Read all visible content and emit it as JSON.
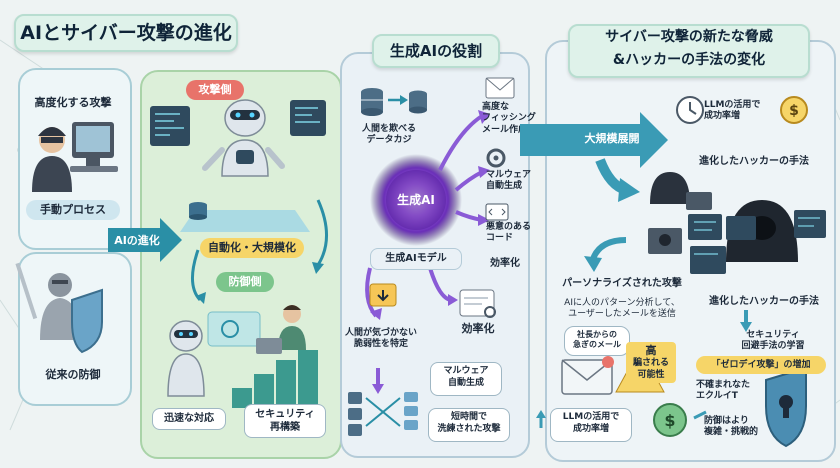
{
  "titles": {
    "main": "AIとサイバー攻撃の進化",
    "generative": "生成AIの役割",
    "threats_line1": "サイバー攻撃の新たな脅威",
    "threats_line2": "&ハッカーの手法の変化"
  },
  "left": {
    "advanced_attacks": "高度化する攻撃",
    "manual_process": "手動プロセス",
    "ai_evolution": "AIの進化",
    "traditional_defense": "従来の防御"
  },
  "attack": {
    "header": "攻撃側",
    "automation": "自動化・大規模化"
  },
  "defense": {
    "header": "防御側",
    "rapid_response": "迅速な対応",
    "rebuild_line1": "セキュリティ",
    "rebuild_line2": "再構築"
  },
  "generative": {
    "data_line1": "人間を欺べる",
    "data_line2": "データカジ",
    "core_label": "生成AI",
    "model_label": "生成AIモデル",
    "phishing_line1": "高度な",
    "phishing_line2": "フィッシング",
    "phishing_line3": "メール作成",
    "malware_line1": "マルウェア",
    "malware_line2": "自動生成",
    "code_line1": "悪意のある",
    "code_line2": "コード",
    "efficiency_top": "効率化",
    "vuln_line1": "人間が気づかない",
    "vuln_line2": "脆弱性を特定",
    "efficiency_mid": "効率化",
    "malware2_line1": "マルウェア",
    "malware2_line2": "自動生成",
    "short_line1": "短時間で",
    "short_line2": "洗練された攻撃"
  },
  "threats": {
    "large_scale": "大規模展開",
    "llm_top_line1": "LLMの活用で",
    "llm_top_line2": "成功率増",
    "evolved_hacker_1": "進化したハッカーの手法",
    "personalized": "パーソナライズされた攻撃",
    "personalized_desc_line1": "AIに人のパターン分析して、",
    "personalized_desc_line2": "ユーザーしたメールを送信",
    "evolved_hacker_2": "進化したハッカーの手法",
    "evasion_line1": "セキュリティ",
    "evasion_line2": "回避手法の学習",
    "email_line1": "社長からの",
    "email_line2": "急ぎのメール",
    "high_line1": "高",
    "high_line2": "騙される",
    "high_line3": "可能性",
    "zero_day": "「ゼロデイ攻撃」の増加",
    "unknown_line1": "不確まれなた",
    "unknown_line2": "エクルイT",
    "llm_bottom_line1": "LLMの活用で",
    "llm_bottom_line2": "成功率増",
    "defense_complex_line1": "防御はより",
    "defense_complex_line2": "複雑・挑戦的"
  },
  "icons": [
    "hacker-icon",
    "computer-icon",
    "knight-icon",
    "shield-icon",
    "robot-icon",
    "database-icon",
    "envelope-icon",
    "gear-icon",
    "code-icon",
    "clock-icon",
    "money-icon",
    "hooded-hacker-icon",
    "warning-icon",
    "lock-shield-icon",
    "arrow-icon"
  ],
  "colors": {
    "background": "#eef3f3",
    "panel_green": "#dcefd9",
    "panel_blue": "#e6eef3",
    "attack_header": "#e8736a",
    "defense_header": "#7cc58c",
    "ai_arrow": "#2a8fa6",
    "purple_arrow": "#8a5bd6",
    "yellow_pill": "#f6d568",
    "teal_band": "#3a9bb5"
  }
}
